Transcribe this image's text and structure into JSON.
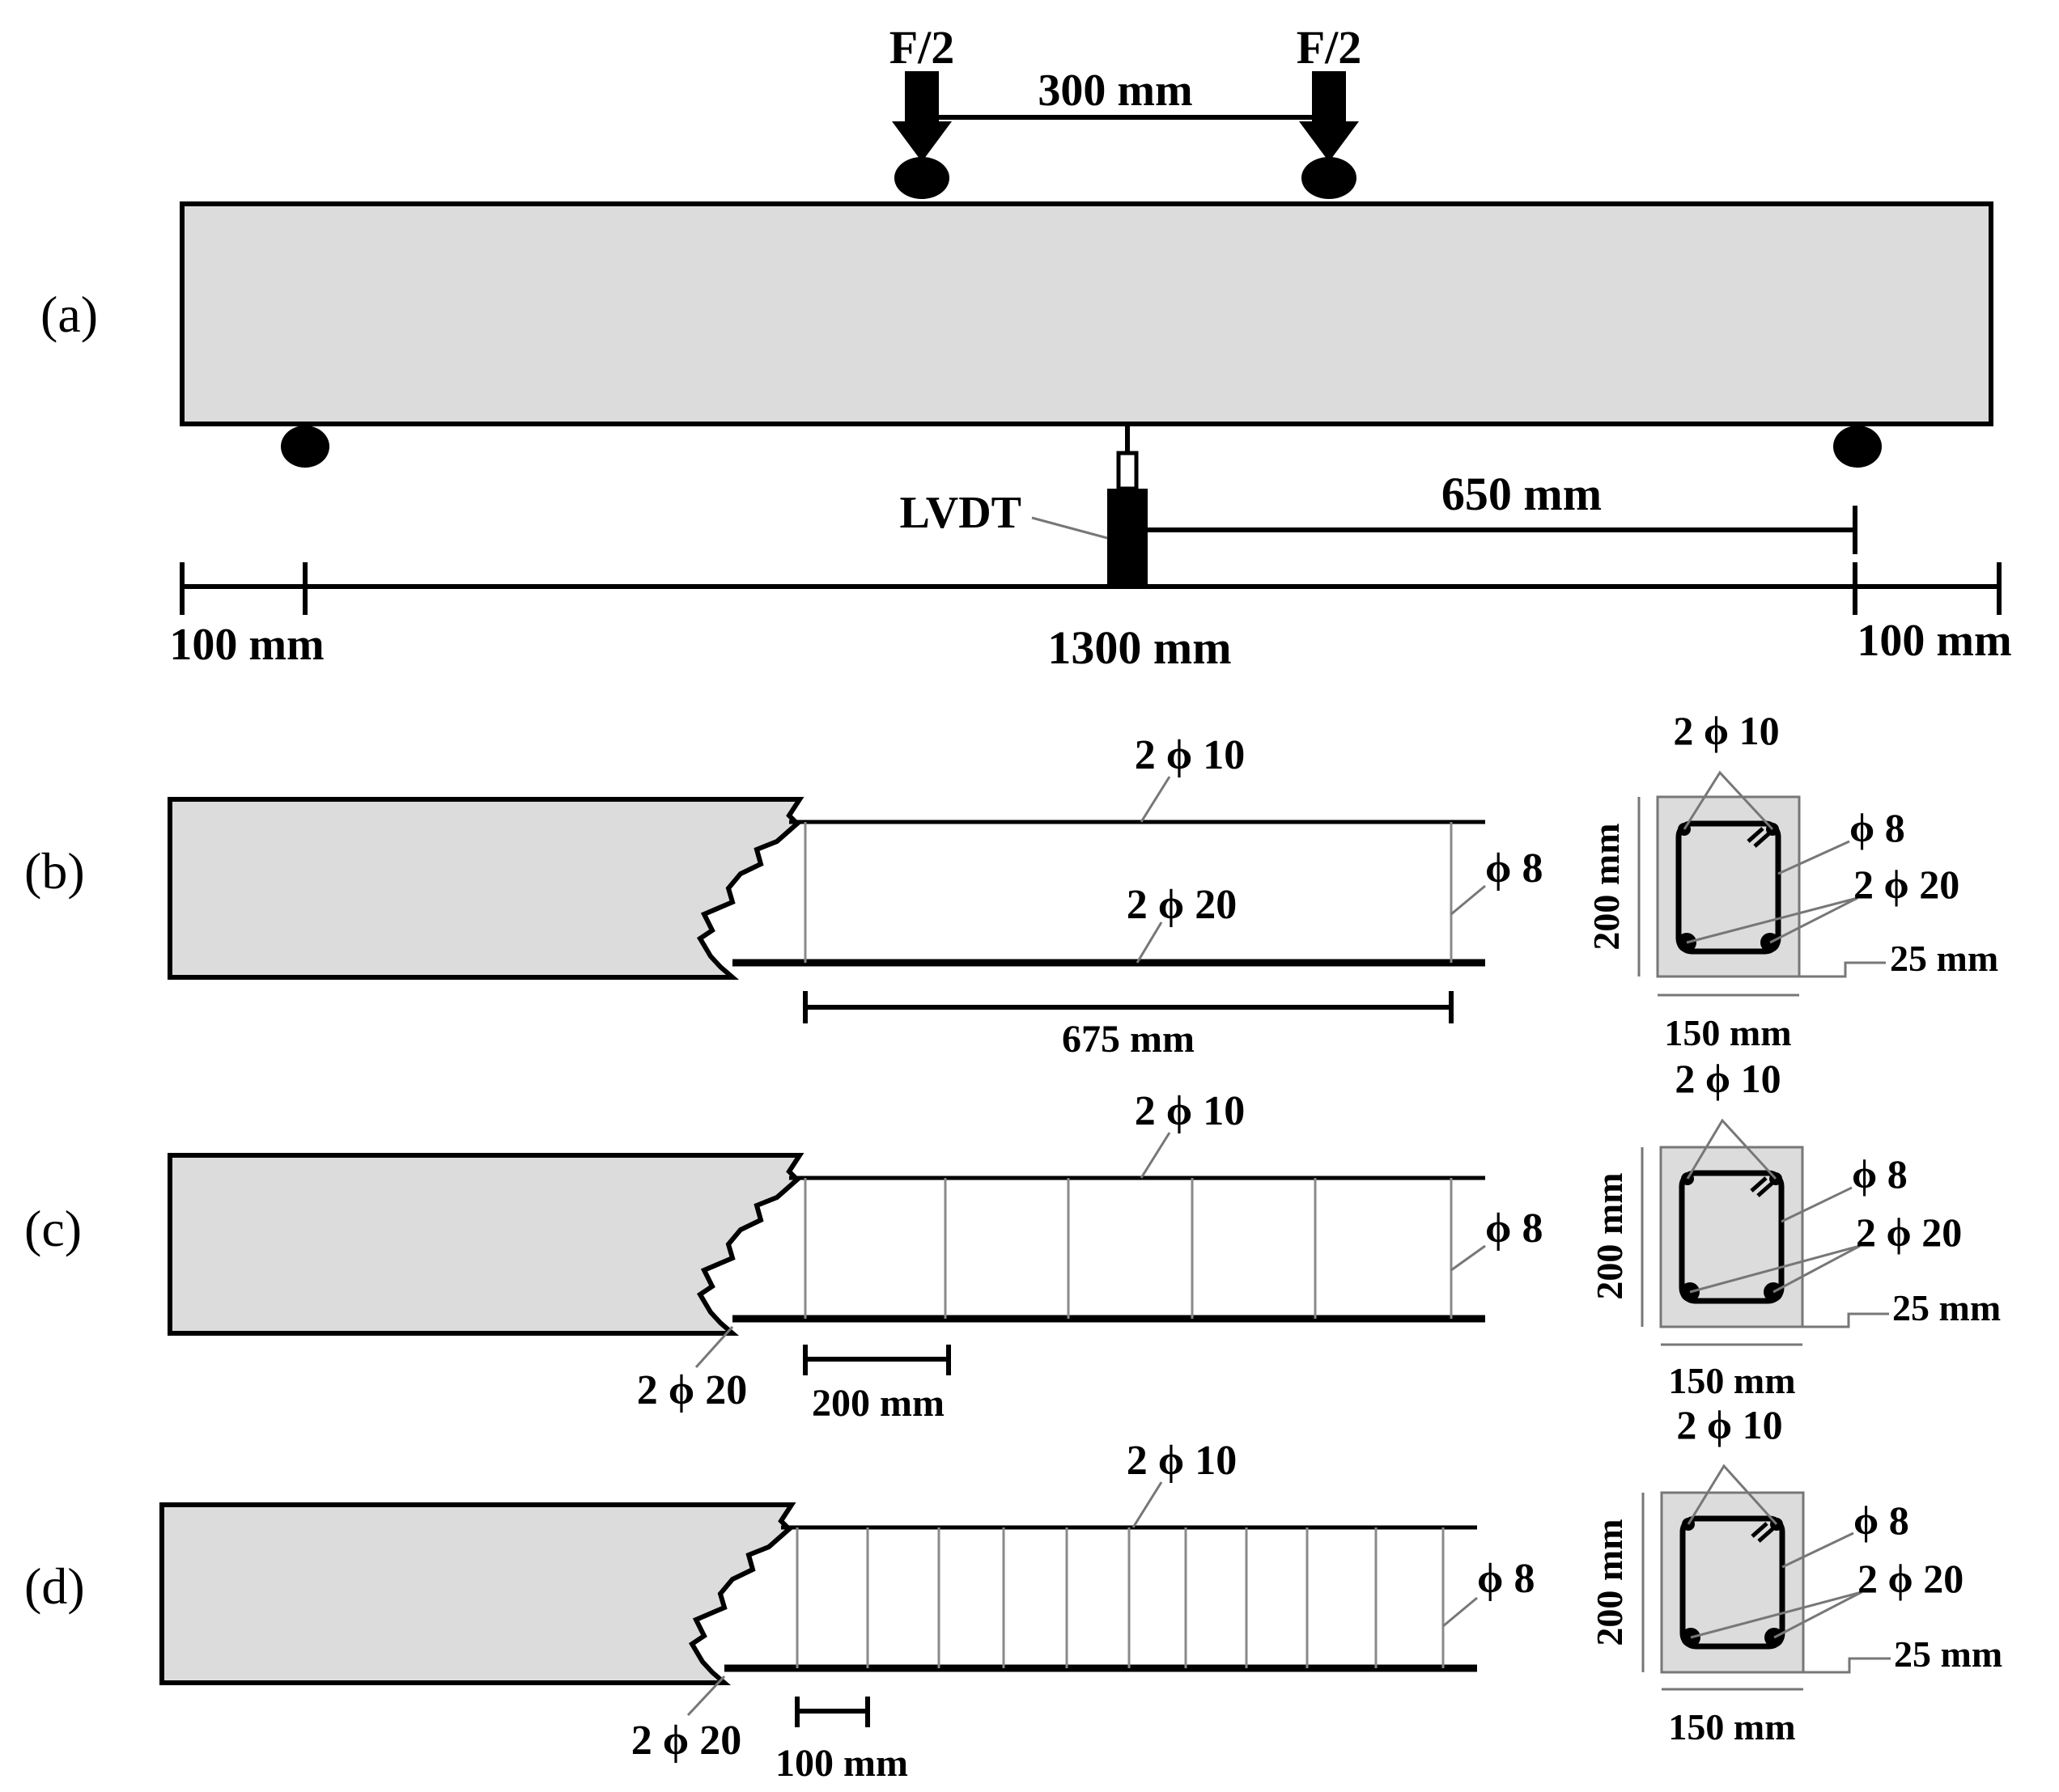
{
  "panel_a": {
    "label": "(a)",
    "load_left": "F/2",
    "load_right": "F/2",
    "load_spacing": "300 mm",
    "lvdt": "LVDT",
    "half_span": "650 mm",
    "overhang_left": "100 mm",
    "span": "1300 mm",
    "overhang_right": "100 mm"
  },
  "panel_b": {
    "label": "(b)",
    "top_bars": "2 ϕ 10",
    "bottom_bars": "2 ϕ 20",
    "stirrup": "ϕ 8",
    "length": "675 mm",
    "section": {
      "top_bars": "2 ϕ 10",
      "stirrup": "ϕ 8",
      "bottom_bars": "2 ϕ 20",
      "cover": "25 mm",
      "height": "200 mm",
      "width": "150 mm"
    }
  },
  "panel_c": {
    "label": "(c)",
    "top_bars": "2 ϕ 10",
    "bottom_bars": "2 ϕ 20",
    "stirrup": "ϕ 8",
    "spacing": "200 mm",
    "section": {
      "top_bars": "2 ϕ 10",
      "stirrup": "ϕ 8",
      "bottom_bars": "2 ϕ 20",
      "cover": "25 mm",
      "height": "200 mm",
      "width": "150 mm"
    }
  },
  "panel_d": {
    "label": "(d)",
    "top_bars": "2 ϕ 10",
    "bottom_bars": "2 ϕ 20",
    "stirrup": "ϕ 8",
    "spacing": "100 mm",
    "section": {
      "top_bars": "2 ϕ 10",
      "stirrup": "ϕ 8",
      "bottom_bars": "2 ϕ 20",
      "cover": "25 mm",
      "height": "200 mm",
      "width": "150 mm"
    }
  }
}
